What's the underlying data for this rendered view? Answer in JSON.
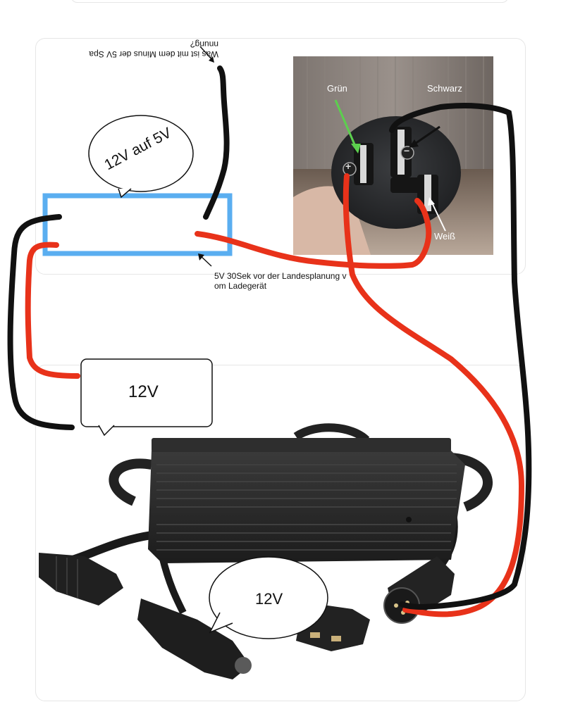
{
  "labels": {
    "question_line1": "Was ist mit dem Minus der 5V Spa",
    "question_line2": "nnung?",
    "converter_bubble": "12V auf 5V",
    "voltage_note_line1": "5V 30Sek vor der Landesplanung v",
    "voltage_note_line2": "om Ladegerät",
    "charger_input_bubble": "12V",
    "car_plug_bubble": "12V",
    "pin_gruen": "Grün",
    "pin_schwarz": "Schwarz",
    "pin_weiss": "Weiß",
    "plus_symbol": "+",
    "minus_symbol": "−"
  },
  "colors": {
    "wire_red": "#e8321a",
    "wire_black": "#111111",
    "converter_box": "#5aaef0",
    "arrow_green": "#5ccf4e",
    "arrow_white": "#ffffff",
    "charger_body": "#2a2a2a"
  }
}
